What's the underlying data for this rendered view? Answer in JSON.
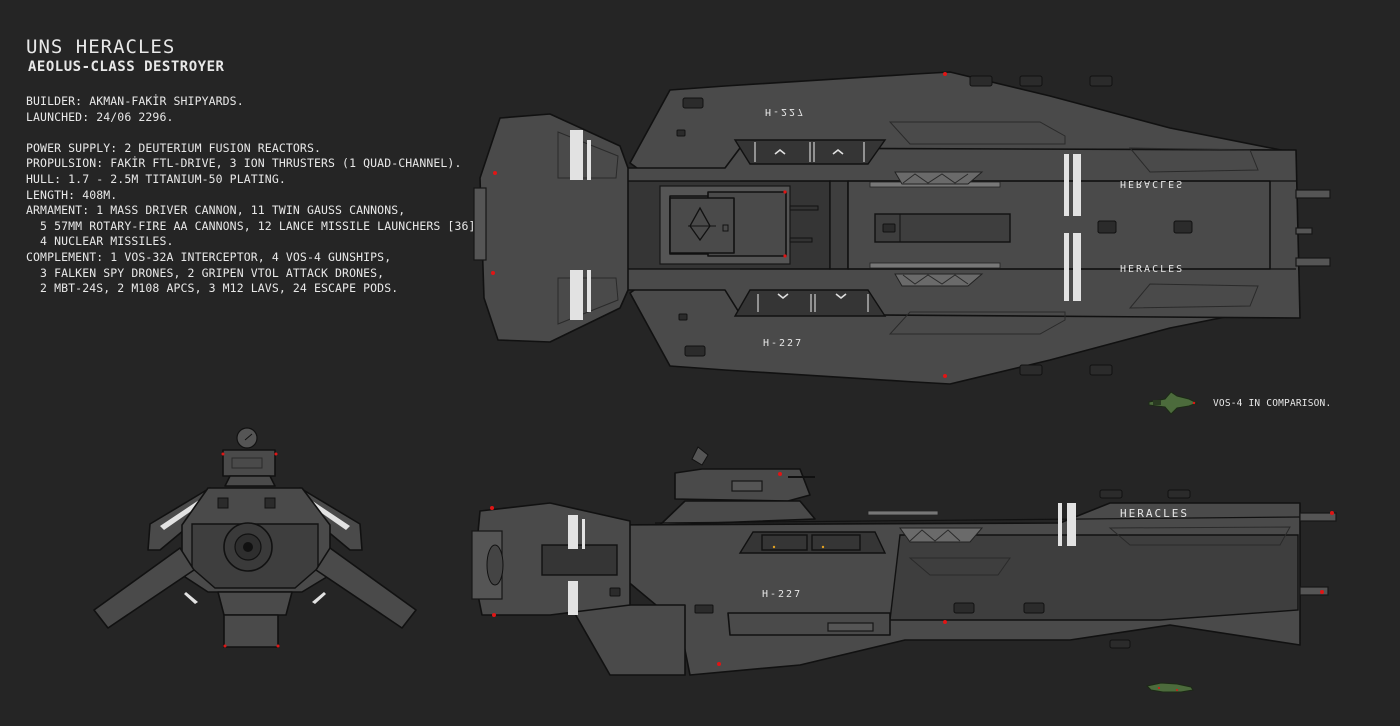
{
  "ship": {
    "name": "UNS HERACLES",
    "class": "AEOLUS-CLASS DESTROYER"
  },
  "specs": {
    "builder": "BUILDER: AKMAN-FAKİR SHIPYARDS.",
    "launched": "LAUNCHED: 24/06 2296.",
    "power": "POWER SUPPLY: 2 DEUTERIUM FUSION REACTORS.",
    "propulsion": "PROPULSION: FAKİR FTL-DRIVE, 3 ION THRUSTERS (1 QUAD-CHANNEL).",
    "hull": "HULL: 1.7 - 2.5M TITANIUM-50 PLATING.",
    "length": "LENGTH: 408M.",
    "armament": [
      "ARMAMENT: 1 MASS DRIVER CANNON, 11 TWIN GAUSS CANNONS,",
      "  5 57MM ROTARY-FIRE AA CANNONS, 12 LANCE MISSILE LAUNCHERS [36],",
      "  4 NUCLEAR MISSILES."
    ],
    "complement": [
      "COMPLEMENT: 1 VOS-32A INTERCEPTOR, 4 VOS-4 GUNSHIPS,",
      "  3 FALKEN SPY DRONES, 2 GRIPEN VTOL ATTACK DRONES,",
      "  2 MBT-24S, 2 M108 APCS, 3 M12 LAVS, 24 ESCAPE PODS."
    ]
  },
  "decals": {
    "hull_number": "H-227",
    "hull_number_mirrored": "H-227",
    "name_upper": "HERACLES",
    "name_lower": "HERACLES",
    "name_side": "HERACLES",
    "hull_number_side": "H-227"
  },
  "comparison": {
    "label": "VOS-4 IN COMPARISON."
  },
  "colors": {
    "background": "#252525",
    "hull": "#4a4a4a",
    "navigation_light": "#e01515",
    "comparison_craft": "#4c6b3c",
    "text": "#e8e8e8"
  }
}
